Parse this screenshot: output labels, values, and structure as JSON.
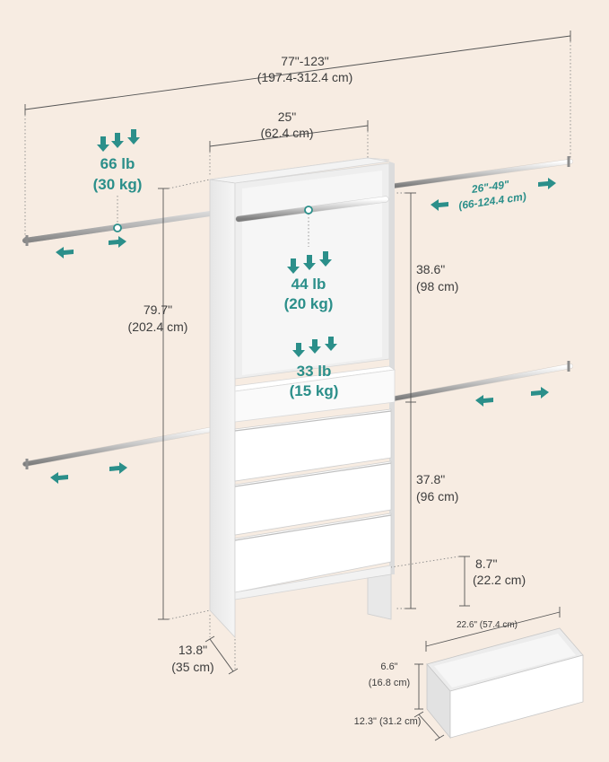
{
  "dimensions": {
    "total_width_in": "77\"-123\"",
    "total_width_cm": "(197.4-312.4 cm)",
    "tower_width_in": "25\"",
    "tower_width_cm": "(62.4 cm)",
    "rod_extension_in": "26\"-49\"",
    "rod_extension_cm": "(66-124.4 cm)",
    "height_in": "79.7\"",
    "height_cm": "(202.4 cm)",
    "upper_height_in": "38.6\"",
    "upper_height_cm": "(98 cm)",
    "lower_height_in": "37.8\"",
    "lower_height_cm": "(96 cm)",
    "base_height_in": "8.7\"",
    "base_height_cm": "(22.2 cm)",
    "depth_in": "13.8\"",
    "depth_cm": "(35 cm)",
    "drawer_width": "22.6\" (57.4 cm)",
    "drawer_height_in": "6.6\"",
    "drawer_height_cm": "(16.8 cm)",
    "drawer_depth": "12.3\" (31.2 cm)"
  },
  "loads": {
    "side_rod_lb": "66 lb",
    "side_rod_kg": "(30 kg)",
    "center_rod_lb": "44 lb",
    "center_rod_kg": "(20 kg)",
    "shelf_lb": "33 lb",
    "shelf_kg": "(15 kg)"
  },
  "colors": {
    "background": "#f7ece2",
    "accent": "#2b8f8a",
    "cabinet": "#ffffff"
  },
  "icons": [
    "down-arrow-icon",
    "left-arrow-icon",
    "right-arrow-icon"
  ]
}
